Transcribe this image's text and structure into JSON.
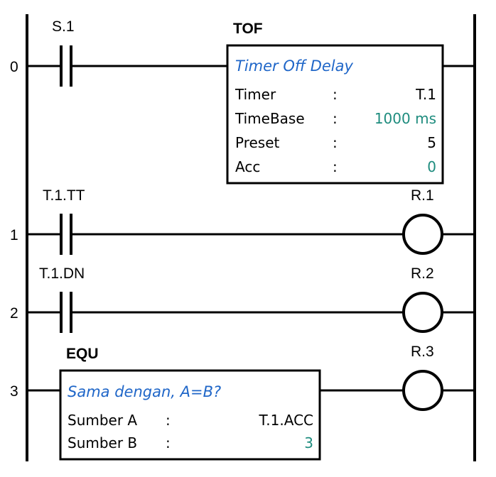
{
  "colors": {
    "line": "#000000",
    "title_blue": "#1f66c8",
    "value_teal": "#1e8c7e"
  },
  "rungs": [
    {
      "number": "0",
      "contact": {
        "label": "S.1"
      },
      "block": {
        "type": "TOF",
        "title": "Timer Off Delay",
        "rows": [
          {
            "name": "Timer",
            "sep": ":",
            "value": "T.1"
          },
          {
            "name": "TimeBase",
            "sep": ":",
            "value": "1000 ms"
          },
          {
            "name": "Preset",
            "sep": ":",
            "value": "5"
          },
          {
            "name": "Acc",
            "sep": ":",
            "value": "0"
          }
        ]
      }
    },
    {
      "number": "1",
      "contact": {
        "label": "T.1.TT"
      },
      "coil": {
        "label": "R.1"
      }
    },
    {
      "number": "2",
      "contact": {
        "label": "T.1.DN"
      },
      "coil": {
        "label": "R.2"
      }
    },
    {
      "number": "3",
      "block": {
        "type": "EQU",
        "title": "Sama dengan, A=B?",
        "rows": [
          {
            "name": "Sumber A",
            "sep": ":",
            "value": "T.1.ACC"
          },
          {
            "name": "Sumber B",
            "sep": ":",
            "value": "3"
          }
        ]
      },
      "coil": {
        "label": "R.3"
      }
    }
  ]
}
